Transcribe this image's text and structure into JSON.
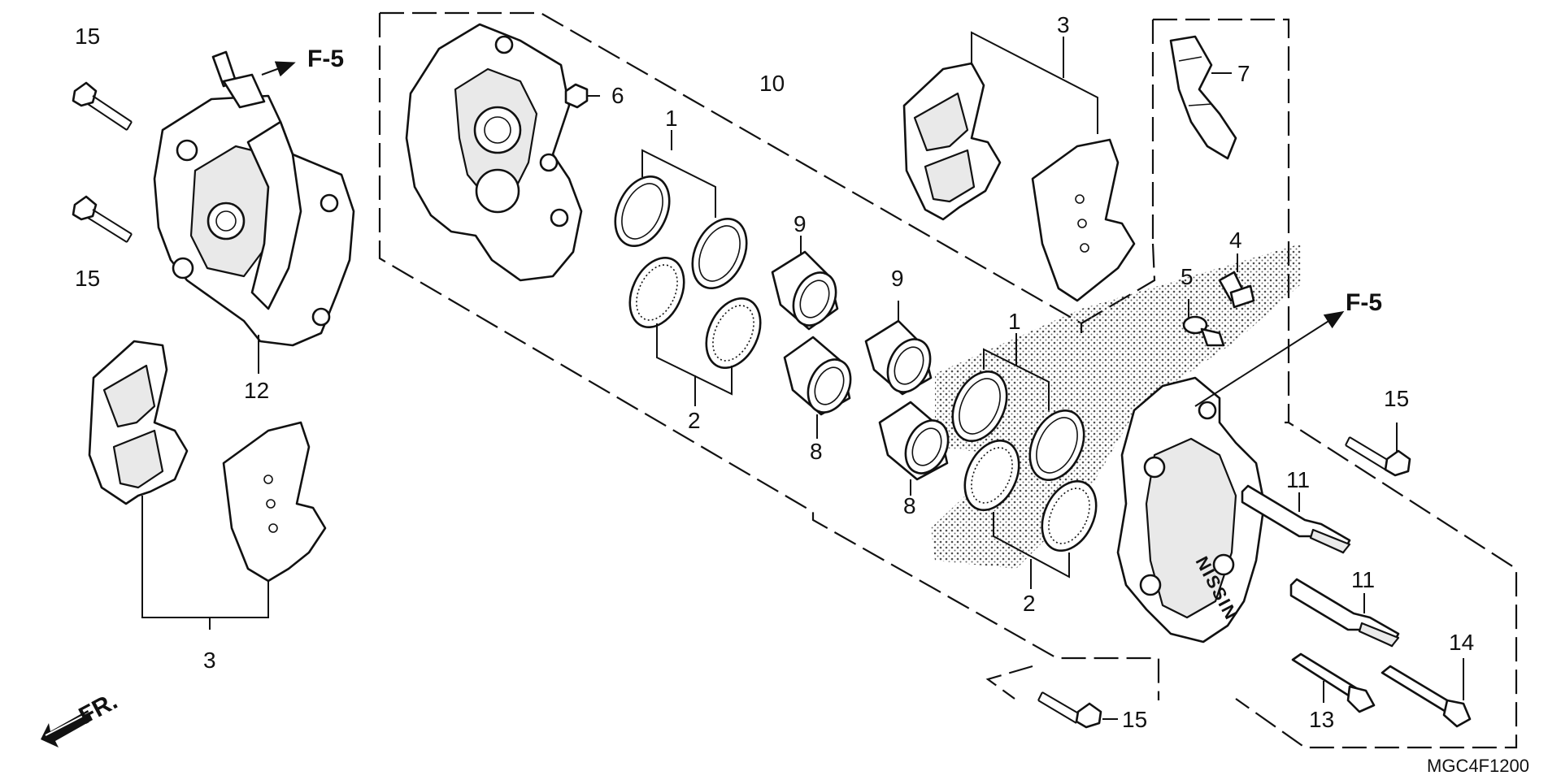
{
  "labels": {
    "p1": "1",
    "p2": "2",
    "p3": "3",
    "p4": "4",
    "p5": "5",
    "p6": "6",
    "p7": "7",
    "p8": "8",
    "p9": "9",
    "p10": "10",
    "p11": "11",
    "p12": "12",
    "p13": "13",
    "p14": "14",
    "p15": "15"
  },
  "refs": {
    "f5": "F-5",
    "front": "FR."
  },
  "diagram_code": "MGC4F1200",
  "caliper_brand_text": "NISSIN"
}
